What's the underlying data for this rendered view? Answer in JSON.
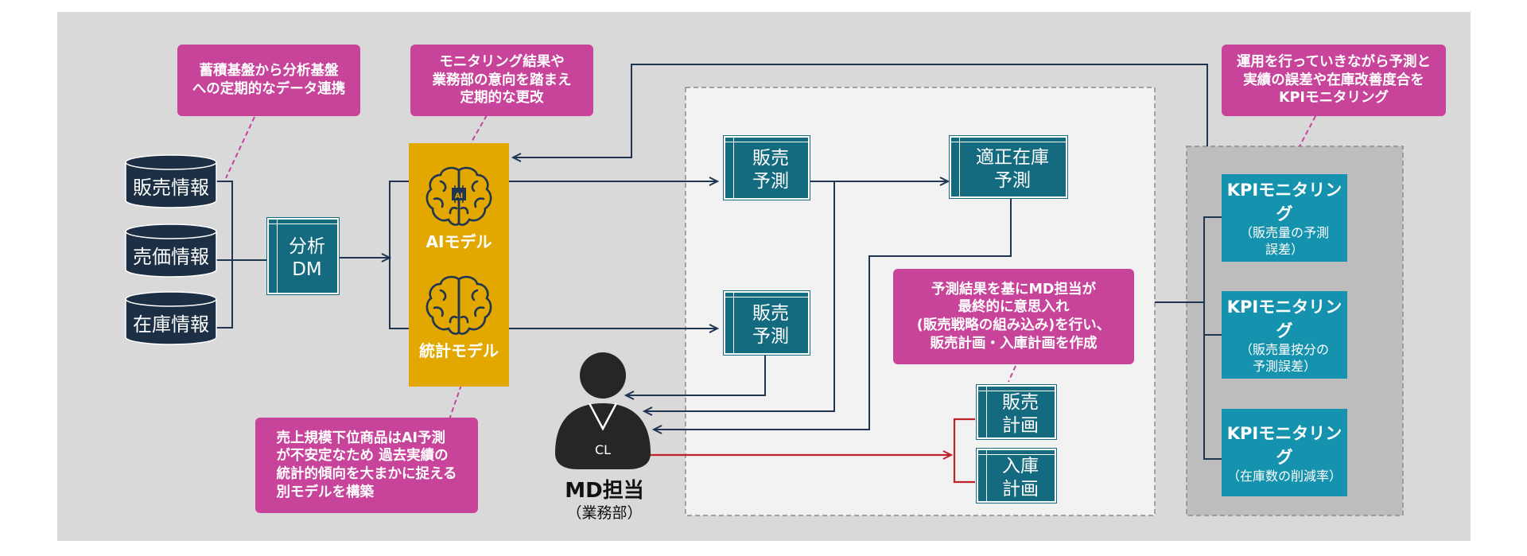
{
  "sources": [
    {
      "label": "販売情報"
    },
    {
      "label": "売価情報"
    },
    {
      "label": "在庫情報"
    }
  ],
  "analysis_dm": {
    "line1": "分析",
    "line2": "DM"
  },
  "models": {
    "ai_label": "AIモデル",
    "ai_chip": "AI",
    "stat_label": "統計モデル"
  },
  "forecast_boxes": [
    {
      "line1": "販売",
      "line2": "予測"
    },
    {
      "line1": "販売",
      "line2": "予測"
    }
  ],
  "inventory_forecast": {
    "line1": "適正在庫",
    "line2": "予測"
  },
  "plans": [
    {
      "line1": "販売",
      "line2": "計画"
    },
    {
      "line1": "入庫",
      "line2": "計画"
    }
  ],
  "md": {
    "badge": "CL",
    "title": "MD担当",
    "sub": "（業務部）"
  },
  "kpi": [
    {
      "title": "KPIモニタリング",
      "sub1": "（販売量の予測",
      "sub2": "誤差）"
    },
    {
      "title": "KPIモニタリング",
      "sub1": "（販売量按分の",
      "sub2": "予測誤差）"
    },
    {
      "title": "KPIモニタリング",
      "sub1": "（在庫数の削減率）",
      "sub2": ""
    }
  ],
  "callouts": {
    "data_link": [
      "蓄積基盤から分析基盤",
      "への定期的なデータ連携"
    ],
    "model_update": [
      "モニタリング結果や",
      "業務部の意向を踏まえ",
      "定期的な更改"
    ],
    "stat_model": [
      "売上規模下位商品はAI予測",
      "が不安定なため 過去実績の",
      "統計的傾向を大まかに捉える",
      "別モデルを構築"
    ],
    "md_decision": [
      "予測結果を基にMD担当が",
      "最終的に意思入れ",
      "(販売戦略の組み込み)を行い、",
      "販売計画・入庫計画を作成"
    ],
    "kpi_monitor": [
      "運用を行っていきながら予測と",
      "実績の誤差や在庫改善度合を",
      "KPIモニタリング"
    ]
  },
  "colors": {
    "panel": "#d9d9d9",
    "teal": "#146a7f",
    "kpi": "#1592ae",
    "magenta": "#c8449a",
    "gold": "#e2a800",
    "navy": "#1f3550",
    "red": "#c0222a"
  }
}
